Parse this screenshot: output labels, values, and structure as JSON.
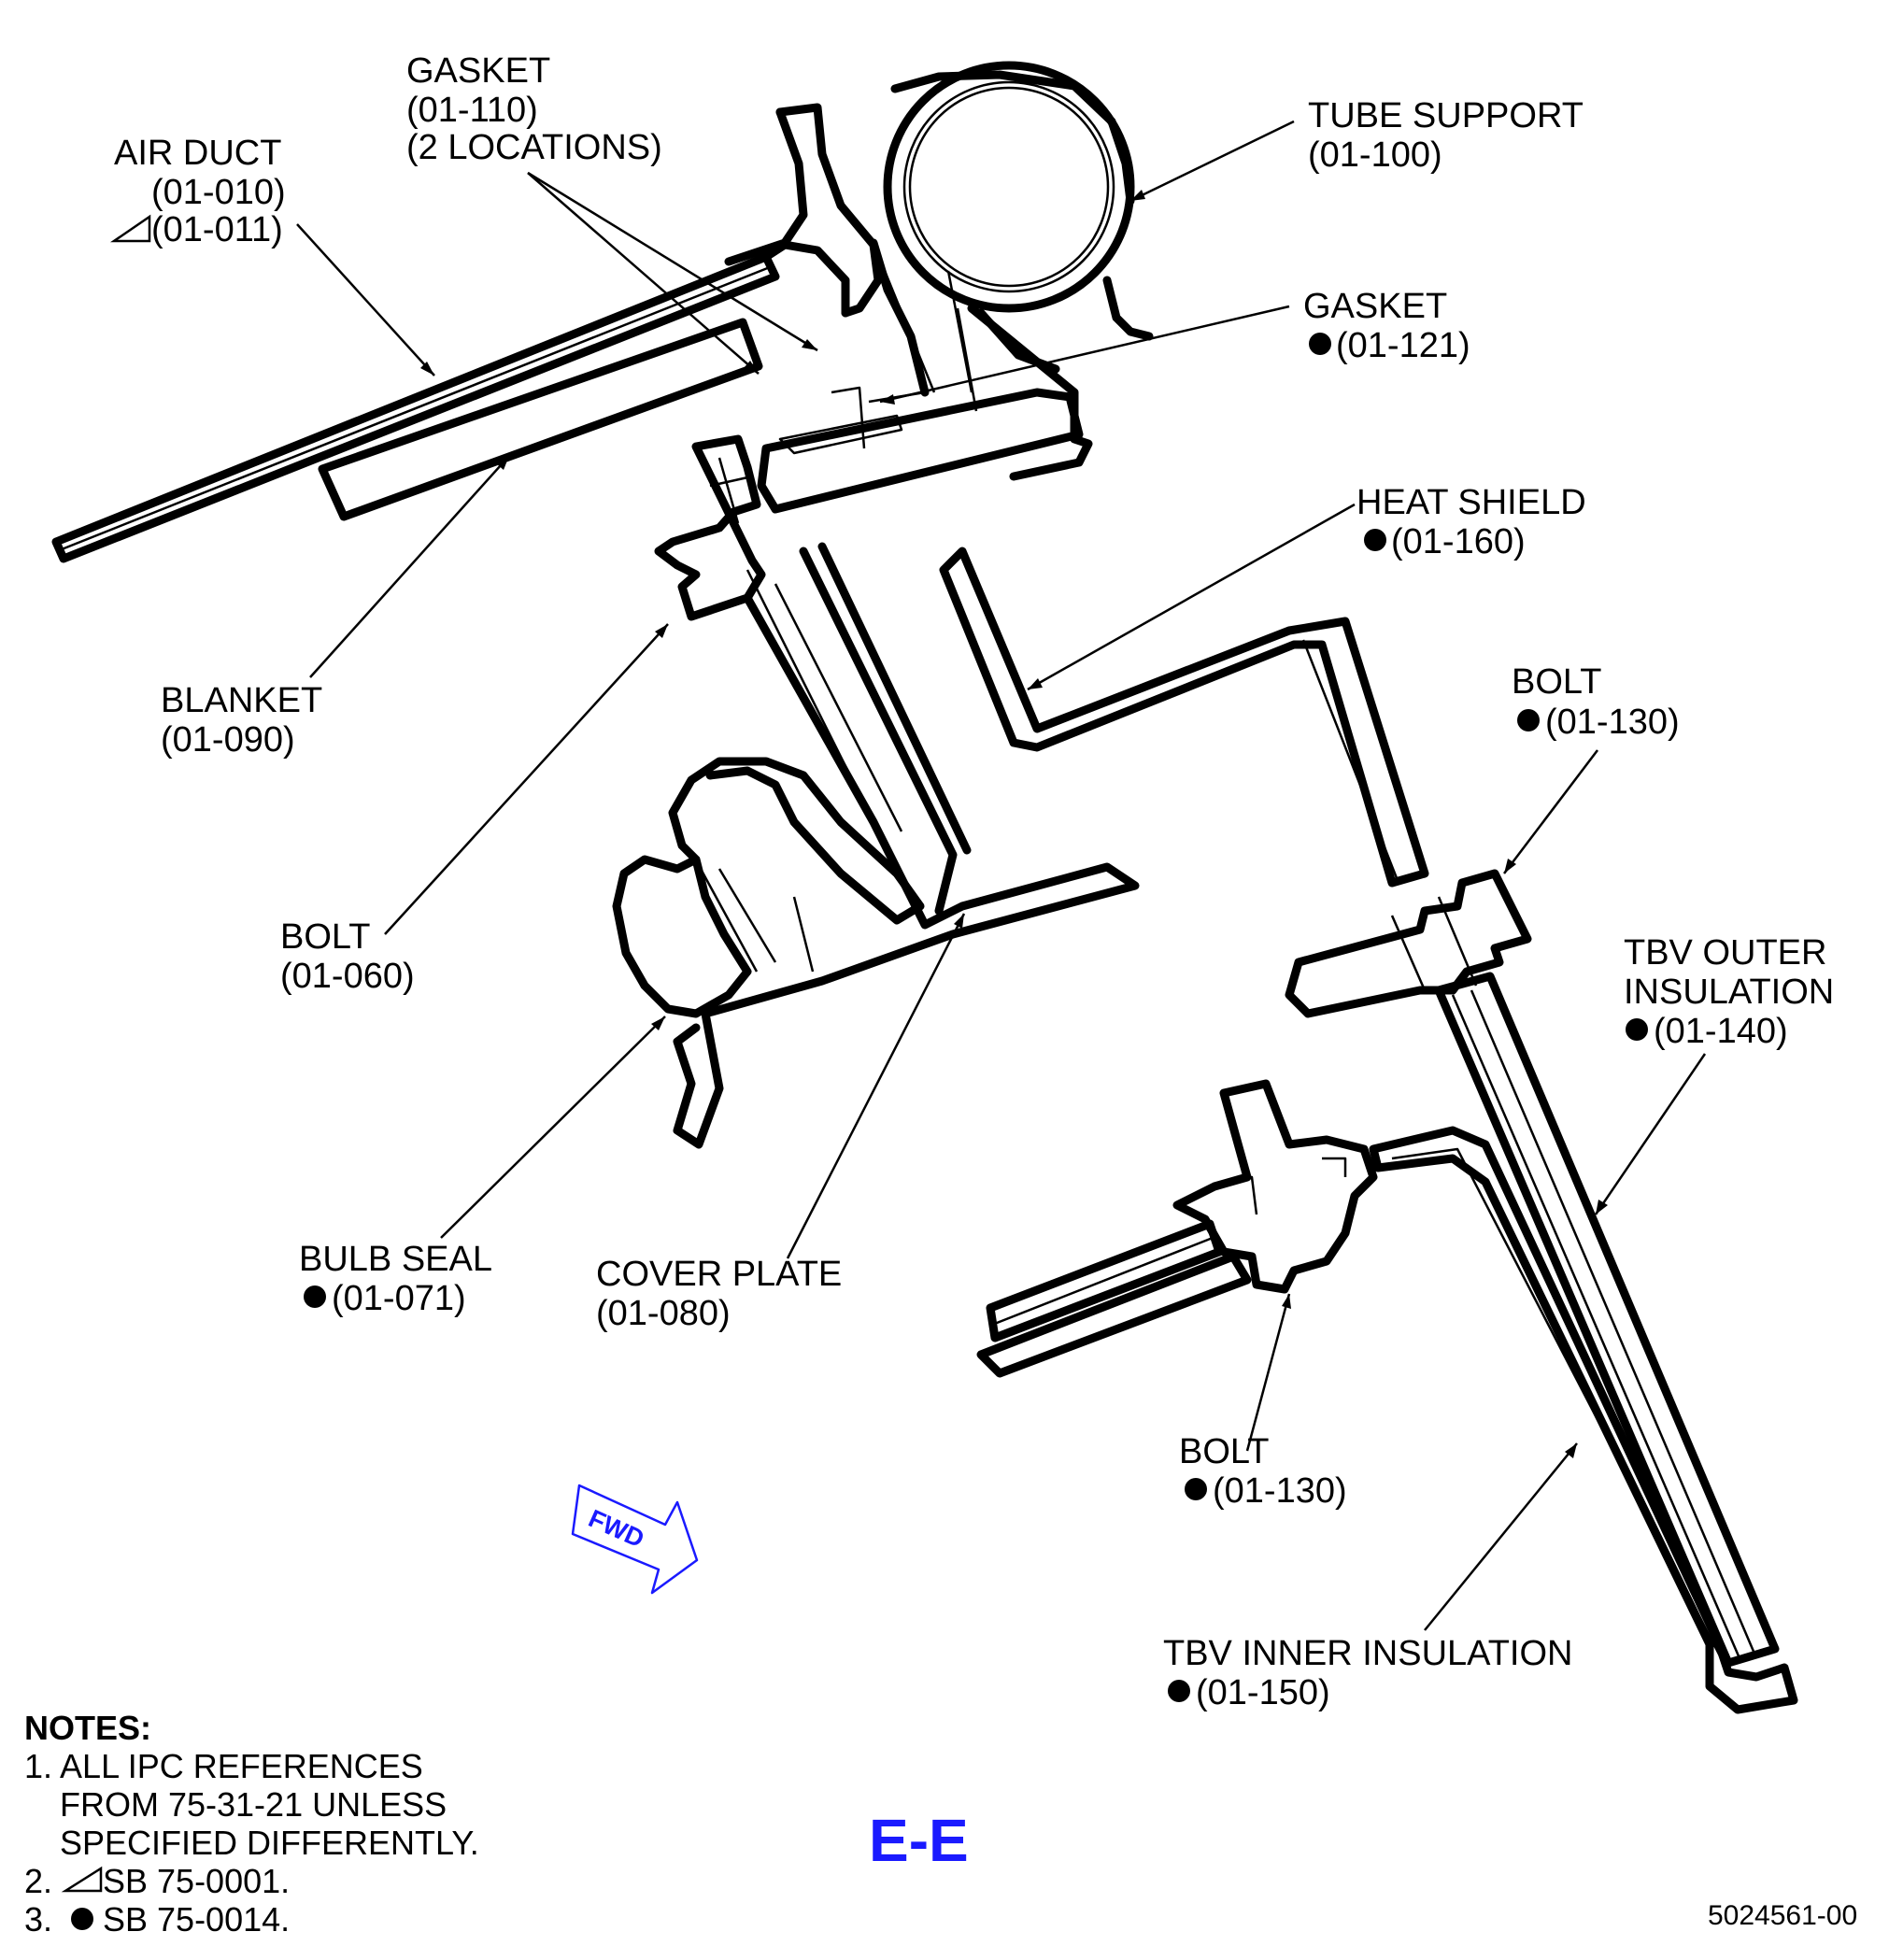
{
  "labels": {
    "gasket_110": [
      "GASKET",
      "(01-110)",
      "(2 LOCATIONS)"
    ],
    "air_duct": [
      "AIR DUCT",
      "(01-010)",
      "(01-011)"
    ],
    "tube_support": [
      "TUBE SUPPORT",
      "(01-100)"
    ],
    "gasket_121": [
      "GASKET",
      "(01-121)"
    ],
    "heat_shield": [
      "HEAT SHIELD",
      "(01-160)"
    ],
    "blanket": [
      "BLANKET",
      "(01-090)"
    ],
    "bolt_130_upper": [
      "BOLT",
      "(01-130)"
    ],
    "bolt_060": [
      "BOLT",
      "(01-060)"
    ],
    "tbv_outer": [
      "TBV OUTER",
      "INSULATION",
      "(01-140)"
    ],
    "bulb_seal": [
      "BULB SEAL",
      "(01-071)"
    ],
    "cover_plate": [
      "COVER PLATE",
      "(01-080)"
    ],
    "bolt_130_lower": [
      "BOLT",
      "(01-130)"
    ],
    "tbv_inner": [
      "TBV INNER INSULATION",
      "(01-150)"
    ]
  },
  "notes": {
    "title": "NOTES:",
    "items": [
      "1. ALL IPC REFERENCES",
      "FROM 75-31-21 UNLESS",
      "SPECIFIED DIFFERENTLY.",
      "2.",
      "SB 75-0001.",
      "3.",
      "SB 75-0014."
    ]
  },
  "view_label": "E-E",
  "fwd_label": "FWD",
  "figure_number": "5024561-00",
  "colors": {
    "ink": "#000000",
    "accent_blue": "#1a1aff",
    "background": "#ffffff"
  },
  "symbols": {
    "sb_0001": "triangle-effectivity-icon",
    "sb_0014": "filled-circle-effectivity-icon"
  }
}
